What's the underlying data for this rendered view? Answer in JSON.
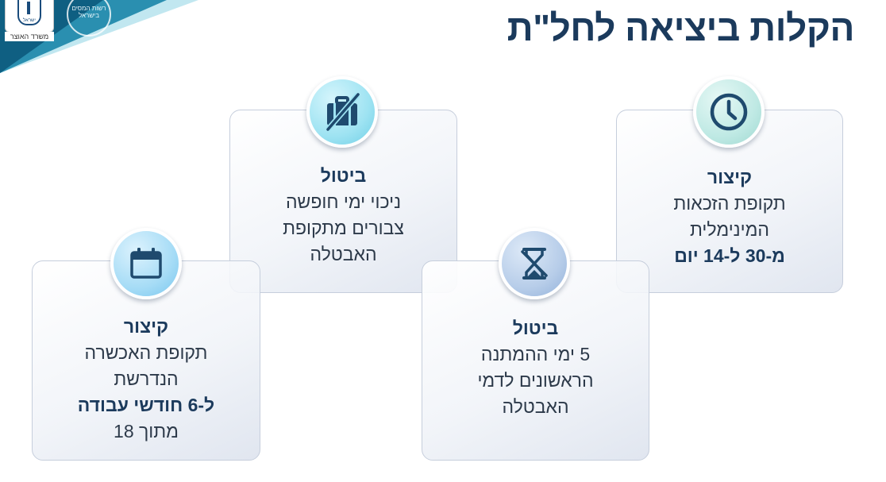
{
  "logos": {
    "emblem_text": "ישראל",
    "ministry_label": "משרד האוצר",
    "authority_label": "רשות המסים בישראל"
  },
  "title": "הקלות ביציאה לחל\"ת",
  "cards": [
    {
      "icon": "clock-icon",
      "heading": "קיצור",
      "lines": [
        "תקופת הזכאות",
        "המינימלית"
      ],
      "emphasis": "מ-30 ל-14 יום"
    },
    {
      "icon": "briefcase-crossed-icon",
      "heading": "ביטול",
      "lines": [
        "ניכוי ימי חופשה",
        "צבורים מתקופת",
        "האבטלה"
      ]
    },
    {
      "icon": "hourglass-crossed-icon",
      "heading": "ביטול",
      "lines": [
        "5 ימי ההמתנה",
        "הראשונים לדמי",
        "האבטלה"
      ]
    },
    {
      "icon": "calendar-icon",
      "heading": "קיצור",
      "lines": [
        "תקופת האכשרה",
        "הנדרשת"
      ],
      "emphasis": "ל-6 חודשי עבודה",
      "tail": "מתוך 18"
    }
  ],
  "colors": {
    "title": "#1b3a5c",
    "icon_dark": "#1f4a6e",
    "badge_clock": "#bfe9e4",
    "badge_briefcase": "#9ee3f2",
    "badge_hourglass": "#b7cde9",
    "badge_calendar": "#a6dcf6"
  }
}
